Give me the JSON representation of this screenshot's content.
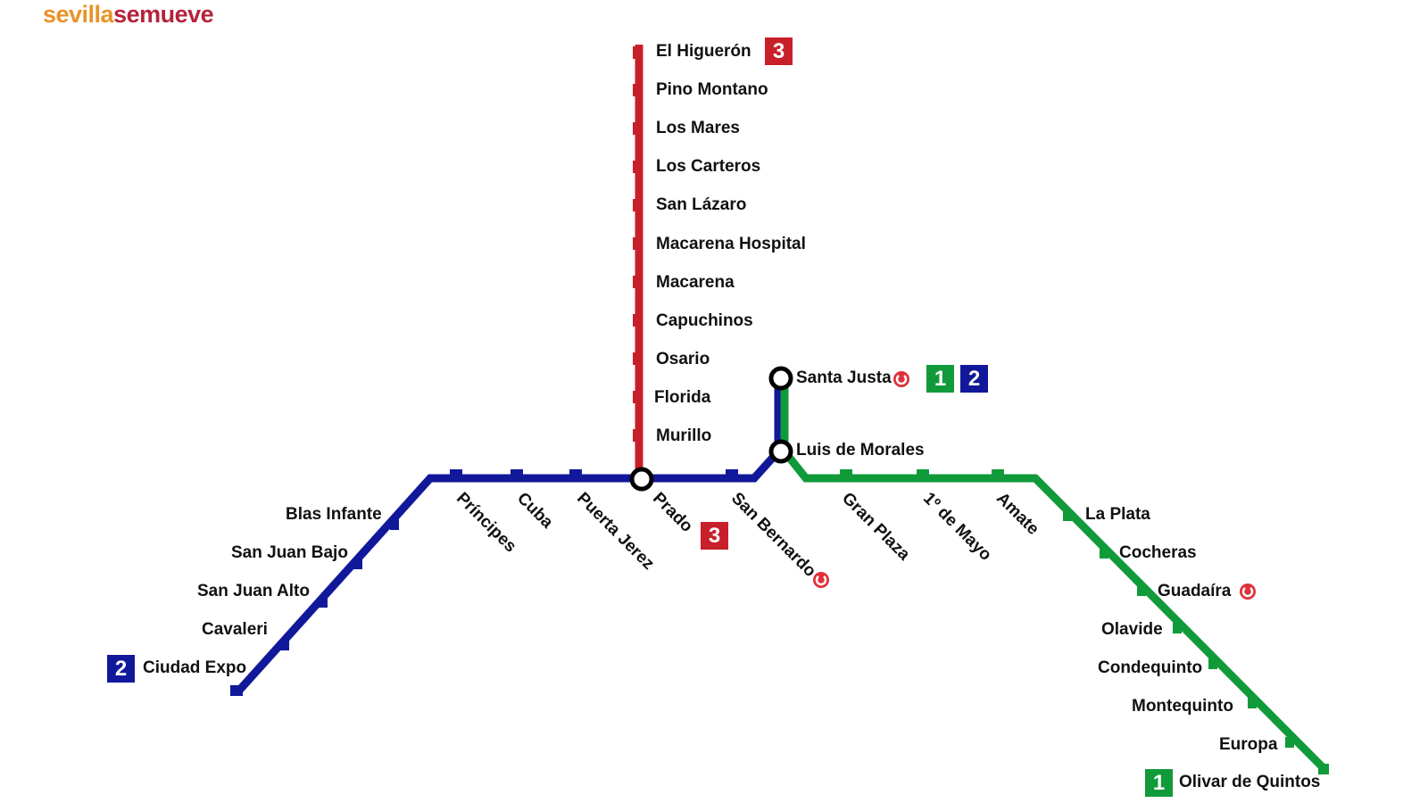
{
  "logo": {
    "part1": "sevilla",
    "part2": "semueve"
  },
  "colors": {
    "line1": "#119a3a",
    "line2": "#11189a",
    "line3": "#c8202a",
    "renfe": "#e0303a"
  },
  "lines": {
    "line1": {
      "number": "1",
      "terminus": "Olivar de Quintos"
    },
    "line2": {
      "number": "2",
      "terminus": "Ciudad Expo"
    },
    "line3": {
      "number": "3",
      "terminus": "El Higuerón"
    }
  },
  "line3_stations": [
    "El Higuerón",
    "Pino Montano",
    "Los Mares",
    "Los Carteros",
    "San Lázaro",
    "Macarena Hospital",
    "Macarena",
    "Capuchinos",
    "Osario",
    "Florida",
    "Murillo"
  ],
  "line2_west_stations": [
    "Blas Infante",
    "San Juan Bajo",
    "San Juan Alto",
    "Cavaleri",
    "Ciudad Expo"
  ],
  "central_stations": [
    "Príncipes",
    "Cuba",
    "Puerta Jerez",
    "Prado",
    "San Bernardo"
  ],
  "interchanges": [
    "Santa Justa",
    "Luis de Morales",
    "Prado"
  ],
  "line1_center_stations": [
    "Gran Plaza",
    "1º de Mayo",
    "Amate"
  ],
  "line1_east_stations": [
    "La Plata",
    "Cocheras",
    "Guadaíra",
    "Olavide",
    "Condequinto",
    "Montequinto",
    "Europa",
    "Olivar de Quintos"
  ],
  "renfe_connections": [
    "Santa Justa",
    "San Bernardo",
    "Guadaíra"
  ],
  "badges": {
    "santa_justa": [
      "1",
      "2"
    ],
    "prado": "3",
    "el_higueron": "3",
    "ciudad_expo": "2",
    "olivar": "1"
  }
}
